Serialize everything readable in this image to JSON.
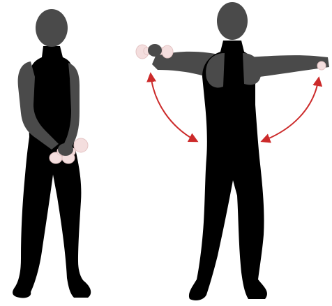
{
  "colors": {
    "background": "#ffffff",
    "body": "#000000",
    "head_and_arms": "#4a4a4a",
    "dumbbell": "#f4dede",
    "dumbbell_outline": "#e4c4c4",
    "motion_arrow": "#cc2a2a"
  },
  "figures": [
    {
      "pose": "start-position",
      "arms": "lowered",
      "dumbbells": "held-in-front"
    },
    {
      "pose": "end-position",
      "arms": "raised-to-sides",
      "dumbbells": "lifted-laterally"
    }
  ],
  "arrows": [
    {
      "side": "left",
      "direction": "two-headed-curved"
    },
    {
      "side": "right",
      "direction": "two-headed-curved"
    }
  ]
}
